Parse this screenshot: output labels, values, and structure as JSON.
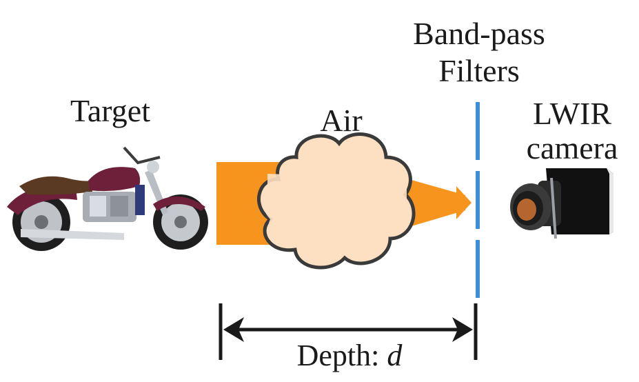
{
  "labels": {
    "target": "Target",
    "air": "Air",
    "filters_line1": "Band-pass",
    "filters_line2": "Filters",
    "camera_line1": "LWIR",
    "camera_line2": "camera",
    "depth_prefix": "Depth: ",
    "depth_var": "d"
  },
  "colors": {
    "beam": "#f7941d",
    "cloud_fill": "#fde0c2",
    "cloud_stroke": "#3a3a3a",
    "filter": "#3d8fd6",
    "text": "#1a1a1a"
  },
  "icons": [
    "motorcycle-icon",
    "cloud-icon",
    "camera-icon"
  ]
}
